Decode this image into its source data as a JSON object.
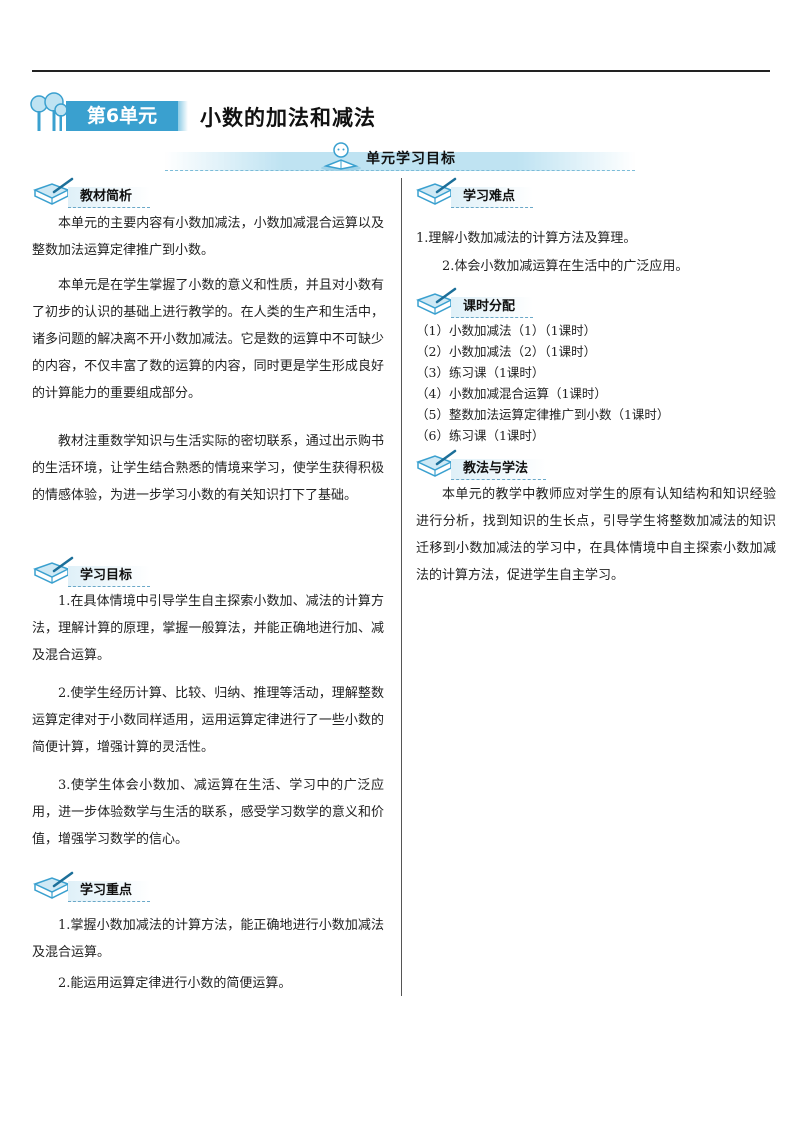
{
  "unit": {
    "badge": "第6单元",
    "title": "小数的加法和减法",
    "banner": "单元学习目标"
  },
  "sections": {
    "materials": {
      "heading": "教材简析",
      "paragraphs": [
        "本单元的主要内容有小数加减法，小数加减混合运算以及整数加法运算定律推广到小数。",
        "本单元是在学生掌握了小数的意义和性质，并且对小数有了初步的认识的基础上进行教学的。在人类的生产和生活中，诸多问题的解决离不开小数加减法。它是数的运算中不可缺少的内容，不仅丰富了数的运算的内容，同时更是学生形成良好的计算能力的重要组成部分。",
        "教材注重数学知识与生活实际的密切联系，通过出示购书的生活环境，让学生结合熟悉的情境来学习，使学生获得积极的情感体验，为进一步学习小数的有关知识打下了基础。"
      ]
    },
    "goals": {
      "heading": "学习目标",
      "paragraphs": [
        "1.在具体情境中引导学生自主探索小数加、减法的计算方法，理解计算的原理，掌握一般算法，并能正确地进行加、减及混合运算。",
        "2.使学生经历计算、比较、归纳、推理等活动，理解整数运算定律对于小数同样适用，运用运算定律进行了一些小数的简便计算，增强计算的灵活性。",
        "3.使学生体会小数加、减运算在生活、学习中的广泛应用，进一步体验数学与生活的联系，感受学习数学的意义和价值，增强学习数学的信心。"
      ]
    },
    "focus": {
      "heading": "学习重点",
      "paragraphs": [
        "1.掌握小数加减法的计算方法，能正确地进行小数加减法及混合运算。",
        "2.能运用运算定律进行小数的简便运算。"
      ]
    },
    "difficulty": {
      "heading": "学习难点",
      "paragraphs": [
        "1.理解小数加减法的计算方法及算理。",
        "2.体会小数加减运算在生活中的广泛应用。"
      ]
    },
    "schedule": {
      "heading": "课时分配",
      "items": [
        "（1）小数加减法（1）（1课时）",
        "（2）小数加减法（2）（1课时）",
        "（3）练习课（1课时）",
        "（4）小数加减混合运算（1课时）",
        "（5）整数加法运算定律推广到小数（1课时）",
        "（6）练习课（1课时）"
      ]
    },
    "methods": {
      "heading": "教法与学法",
      "paragraphs": [
        "本单元的教学中教师应对学生的原有认知结构和知识经验进行分析，找到知识的生长点，引导学生将整数加减法的知识迁移到小数加减法的学习中，在具体情境中自主探索小数加减法的计算方法，促进学生自主学习。"
      ]
    }
  },
  "colors": {
    "accent": "#3aa0cf",
    "accent_light": "#bfe3f2",
    "text": "#222222"
  },
  "icons": [
    "tree-icon",
    "book-pen-icon",
    "reader-icon"
  ]
}
